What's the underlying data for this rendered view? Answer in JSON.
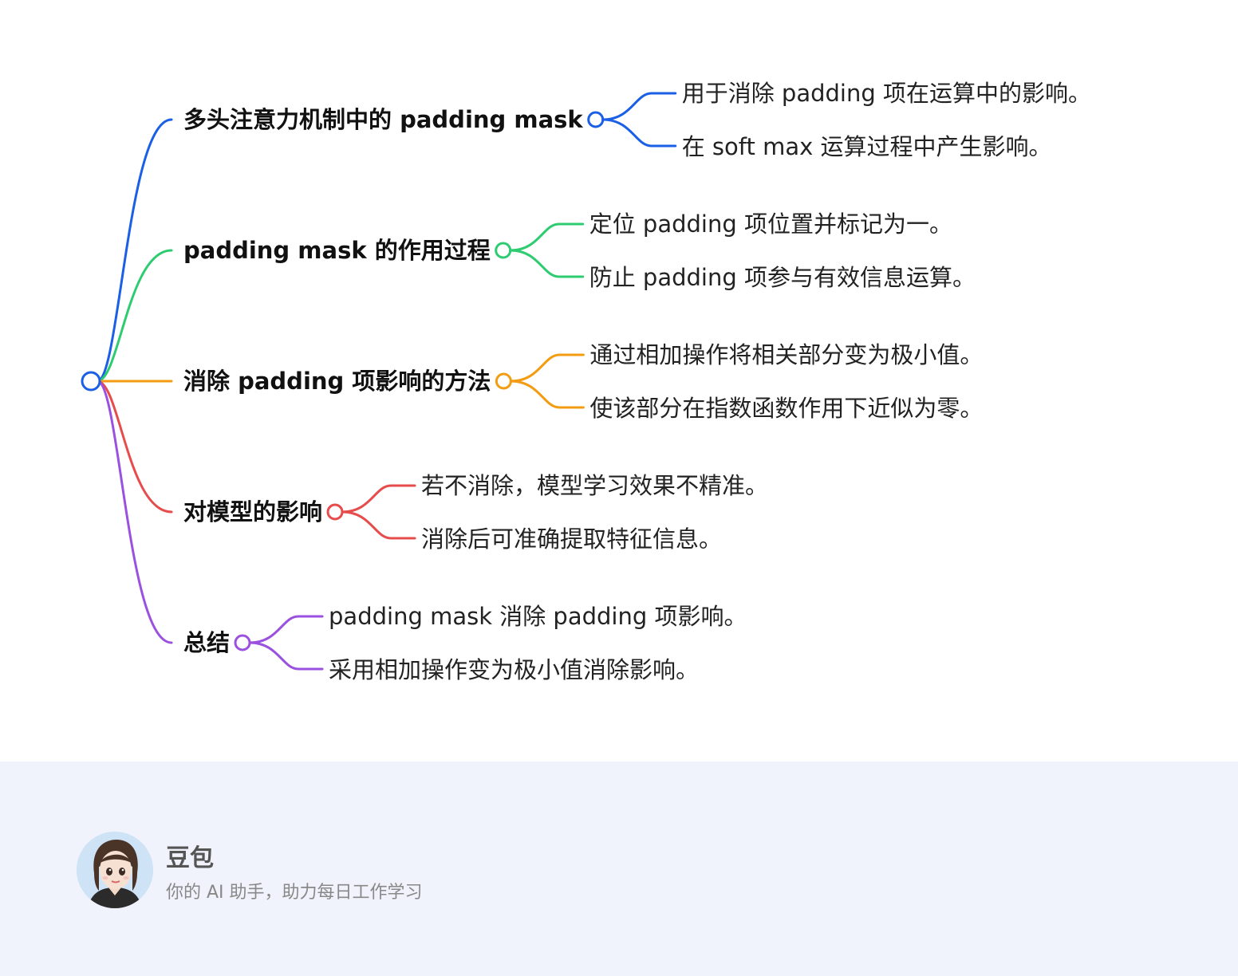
{
  "mindmap": {
    "root_color": "#1a5fe6",
    "branches": [
      {
        "label": "多头注意力机制中的 padding mask",
        "color": "#1a5fe6",
        "children": [
          "用于消除 padding 项在运算中的影响。",
          "在 soft max 运算过程中产生影响。"
        ]
      },
      {
        "label": "padding mask 的作用过程",
        "color": "#2ecc71",
        "children": [
          "定位 padding 项位置并标记为一。",
          "防止 padding 项参与有效信息运算。"
        ]
      },
      {
        "label": "消除 padding 项影响的方法",
        "color": "#f39c12",
        "children": [
          "通过相加操作将相关部分变为极小值。",
          "使该部分在指数函数作用下近似为零。"
        ]
      },
      {
        "label": "对模型的影响",
        "color": "#e74c4c",
        "children": [
          "若不消除，模型学习效果不精准。",
          "消除后可准确提取特征信息。"
        ]
      },
      {
        "label": "总结",
        "color": "#9b51e0",
        "children": [
          "padding mask 消除 padding 项影响。",
          "采用相加操作变为极小值消除影响。"
        ]
      }
    ]
  },
  "footer": {
    "avatar_icon": "avatar-icon",
    "name": "豆包",
    "slogan": "你的 AI 助手，助力每日工作学习"
  }
}
